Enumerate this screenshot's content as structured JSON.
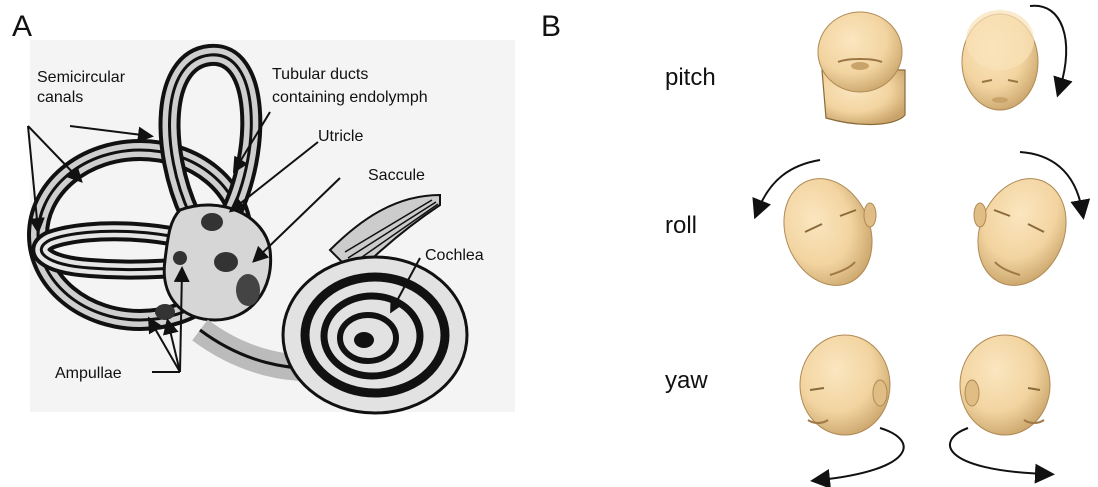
{
  "panel_a": {
    "letter": "A",
    "labels": {
      "semicircular_line1": "Semicircular",
      "semicircular_line2": "canals",
      "tubular_line1": "Tubular ducts",
      "tubular_line2": "containing endolymph",
      "utricle": "Utricle",
      "saccule": "Saccule",
      "cochlea": "Cochlea",
      "ampullae": "Ampullae"
    }
  },
  "panel_b": {
    "letter": "B",
    "rows": {
      "pitch": "pitch",
      "roll": "roll",
      "yaw": "yaw"
    }
  },
  "colors": {
    "skin": "#f2d4a0",
    "skin_shadow": "#c9a46a",
    "ear_fill_light": "#d9d9d9",
    "ear_dark": "#3a3a3a"
  }
}
